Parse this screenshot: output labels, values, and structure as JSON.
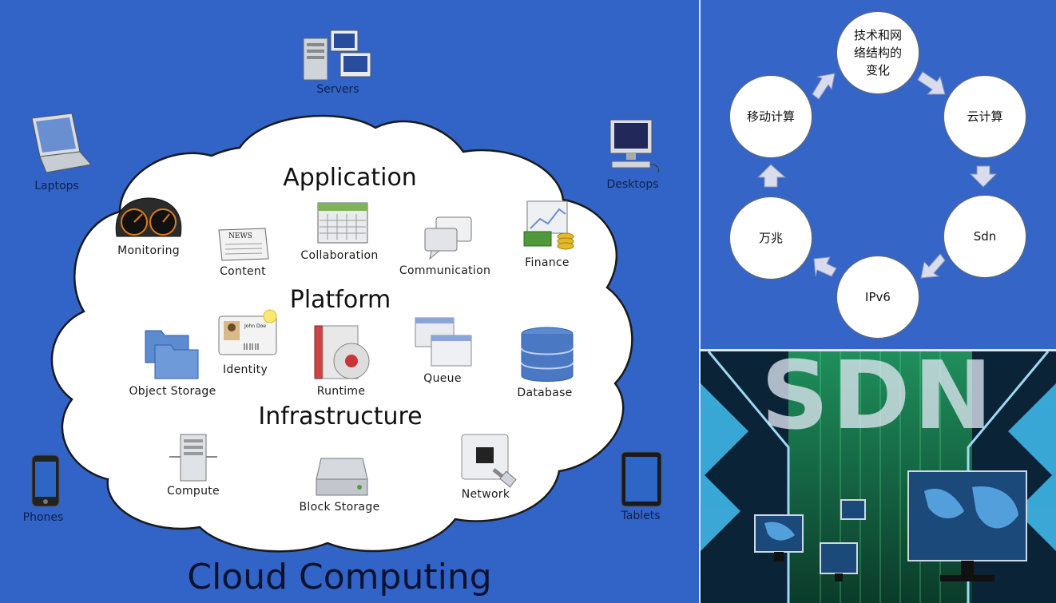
{
  "diagram": {
    "title": "Cloud Computing",
    "sections": {
      "application": "Application",
      "platform": "Platform",
      "infrastructure": "Infrastructure"
    },
    "devices": {
      "servers": "Servers",
      "laptops": "Laptops",
      "desktops": "Desktops",
      "phones": "Phones",
      "tablets": "Tablets"
    },
    "application_items": {
      "monitoring": "Monitoring",
      "content": "Content",
      "collaboration": "Collaboration",
      "communication": "Communication",
      "finance": "Finance"
    },
    "platform_items": {
      "object_storage": "Object Storage",
      "identity": "Identity",
      "runtime": "Runtime",
      "queue": "Queue",
      "database": "Database"
    },
    "infrastructure_items": {
      "compute": "Compute",
      "block_storage": "Block Storage",
      "network": "Network"
    },
    "icon_text": {
      "news": "NEWS",
      "id_card_name": "John Doe"
    }
  },
  "cycle": {
    "nodes": {
      "tech_change": "技术和网\n络结构的\n变化",
      "cloud": "云计算",
      "sdn": "Sdn",
      "ipv6": "IPv6",
      "gigabit": "万兆",
      "mobile": "移动计算"
    }
  },
  "banner": {
    "text": "SDN"
  },
  "colors": {
    "background": "#3164c6",
    "cloud_fill": "#ffffff",
    "cycle_background": "#3566c7",
    "arrow_fill": "#d8dcec"
  }
}
